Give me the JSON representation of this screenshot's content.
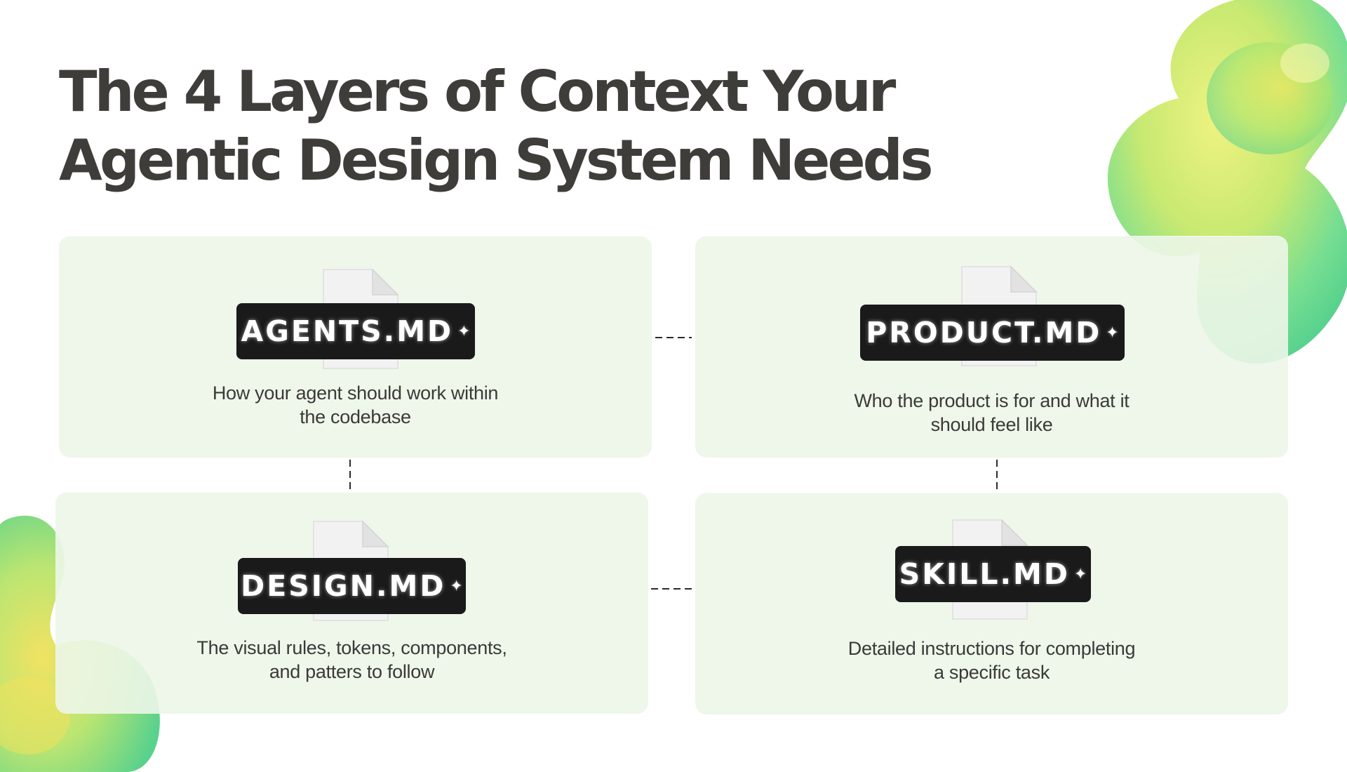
{
  "headline": {
    "line1": "The 4 Layers of Context Your",
    "line2": "Agentic Design System Needs"
  },
  "cards": {
    "agents": {
      "tag": "AGENTS.MD",
      "description_line1": "How your agent should work within",
      "description_line2": "the codebase"
    },
    "product": {
      "tag": "PRODUCT.MD",
      "description_line1": "Who the product is for and what it",
      "description_line2": "should feel like"
    },
    "design": {
      "tag": "DESIGN.MD",
      "description_line1": "The visual rules, tokens, components,",
      "description_line2": "and patters to follow"
    },
    "skill": {
      "tag": "SKILL.MD",
      "description_line1": "Detailed instructions for completing",
      "description_line2": "a specific task"
    }
  },
  "icons": {
    "sparkle": "✦",
    "file": "file-icon",
    "decoration": "gradient-blob"
  },
  "colors": {
    "headline": "#3f3d3a",
    "card_background": "#ecf6e8",
    "tag_background": "#1a1a1a",
    "tag_text": "#ffffff",
    "connector": "#2a2a2a",
    "accent_green": "#5fd68a",
    "accent_yellow": "#e6ee5a"
  }
}
